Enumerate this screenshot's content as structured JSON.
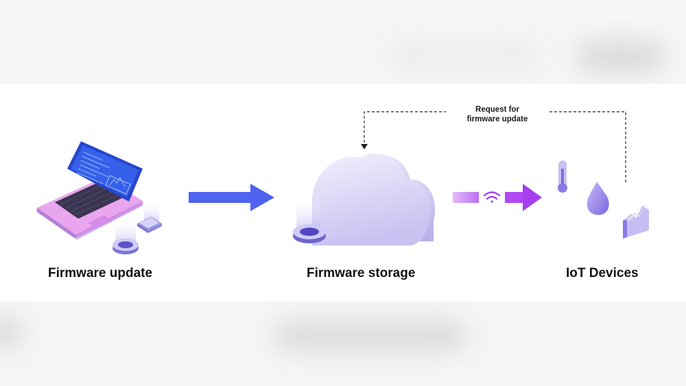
{
  "labels": {
    "firmware_update": "Firmware update",
    "firmware_storage": "Firmware storage",
    "iot_devices": "IoT Devices",
    "request_line1": "Request for",
    "request_line2": "firmware update"
  },
  "colors": {
    "arrow_blue": "#4f62f0",
    "arrow_purple": "#b44cf2",
    "laptop_screen": "#2b4fd8",
    "laptop_body": "#e7a4ec",
    "cloud_top": "#f1ecfb",
    "cloud_bottom": "#c9c4f2",
    "device_purple": "#8b79e8"
  },
  "icons": [
    "laptop-icon",
    "cloud-icon",
    "wifi-icon",
    "thermometer-icon",
    "water-drop-icon",
    "chart-block-icon",
    "database-icon"
  ]
}
